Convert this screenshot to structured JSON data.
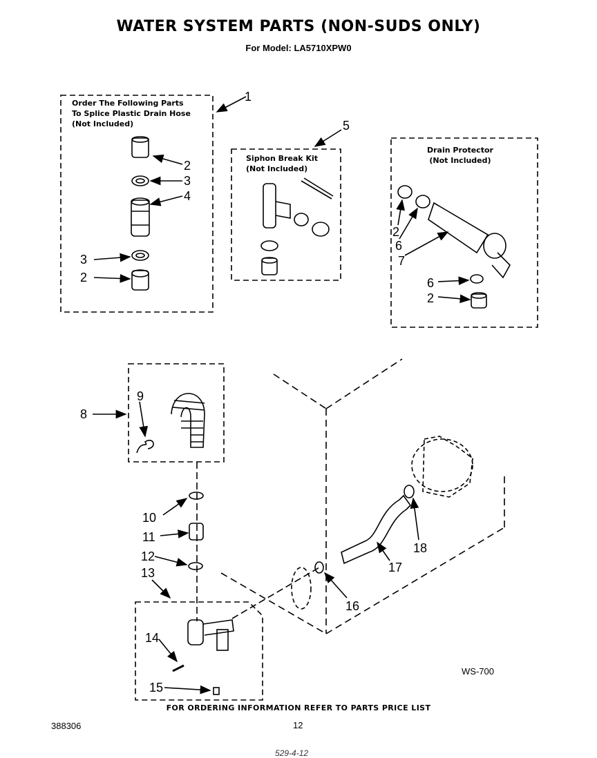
{
  "header": {
    "title": "WATER SYSTEM PARTS (NON-SUDS ONLY)",
    "subtitle": "For Model: LA5710XPW0"
  },
  "boxes": {
    "splice": {
      "lines": [
        "Order The Following Parts",
        "To Splice Plastic Drain Hose",
        "(Not Included)"
      ]
    },
    "siphon": {
      "lines": [
        "Siphon Break Kit",
        "(Not Included)"
      ]
    },
    "drain": {
      "lines": [
        "Drain Protector",
        "(Not Included)"
      ]
    }
  },
  "callouts": [
    "1",
    "2",
    "3",
    "4",
    "3",
    "2",
    "5",
    "2",
    "6",
    "7",
    "6",
    "2",
    "8",
    "9",
    "10",
    "11",
    "12",
    "13",
    "14",
    "15",
    "16",
    "17",
    "18"
  ],
  "footer": {
    "ordering": "FOR ORDERING INFORMATION REFER TO PARTS PRICE LIST",
    "page_number": "12",
    "doc_number": "388306",
    "figure_code": "WS-700",
    "handwritten": "529-4-12"
  }
}
